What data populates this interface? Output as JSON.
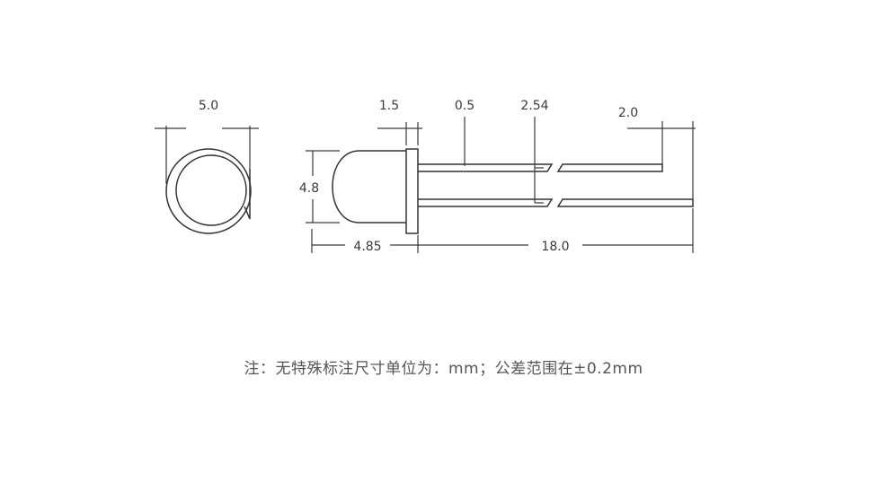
{
  "dimensions": {
    "top_diameter": "5.0",
    "flange_thickness": "1.5",
    "lead_width": "0.5",
    "lead_spacing": "2.54",
    "lead_length_difference": "2.0",
    "body_diameter": "4.8",
    "body_length": "4.85",
    "lead_length": "18.0"
  },
  "note": "注：无特殊标注尺寸单位为：mm；公差范围在±0.2mm"
}
